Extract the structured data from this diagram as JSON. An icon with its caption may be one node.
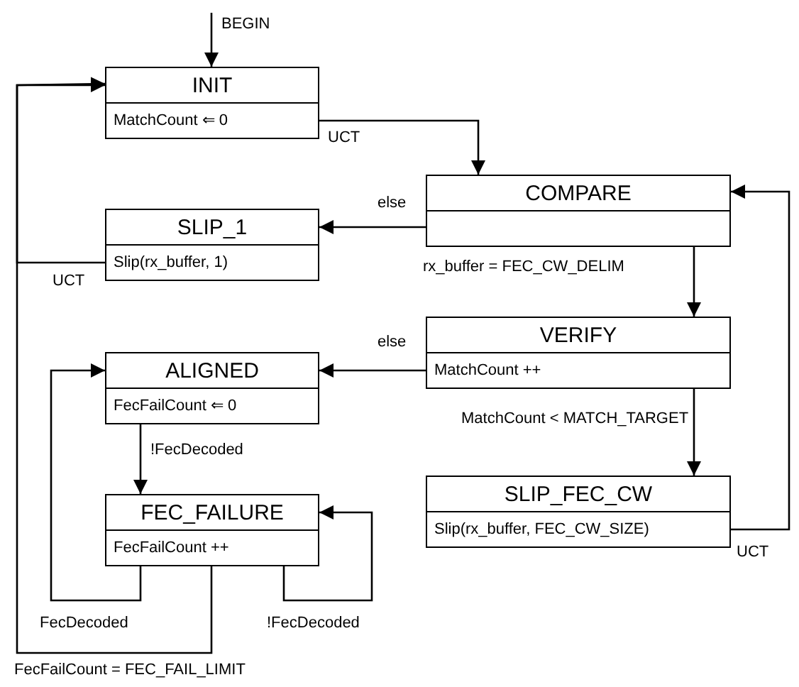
{
  "diagram": {
    "nodes": [
      {
        "text": [
          "INIT",
          "MatchCount ⇐ 0"
        ]
      },
      {
        "text": [
          "COMPARE"
        ]
      },
      {
        "text": [
          "SLIP_1",
          "Slip(rx_buffer, 1)"
        ]
      },
      {
        "text": [
          "VERIFY",
          "MatchCount ++"
        ]
      },
      {
        "text": [
          "ALIGNED",
          "FecFailCount ⇐ 0"
        ]
      },
      {
        "text": [
          "FEC_FAILURE",
          "FecFailCount ++"
        ]
      },
      {
        "text": [
          "SLIP_FEC_CW",
          "Slip(rx_buffer, FEC_CW_SIZE)"
        ]
      }
    ],
    "edges": [
      {
        "from": null,
        "to": 0,
        "arrow": "to",
        "label": "BEGIN"
      },
      {
        "from": 0,
        "to": 1,
        "arrow": "to",
        "label": "UCT"
      },
      {
        "from": 1,
        "to": 2,
        "arrow": "to",
        "label": "else"
      },
      {
        "from": 2,
        "to": 0,
        "arrow": "to",
        "label": "UCT"
      },
      {
        "from": 1,
        "to": 3,
        "arrow": "to",
        "label": "rx_buffer = FEC_CW_DELIM"
      },
      {
        "from": 3,
        "to": 4,
        "arrow": "to",
        "label": "else"
      },
      {
        "from": 3,
        "to": 6,
        "arrow": "to",
        "label": "MatchCount < MATCH_TARGET"
      },
      {
        "from": 6,
        "to": 1,
        "arrow": "to",
        "label": "UCT"
      },
      {
        "from": 4,
        "to": 5,
        "arrow": "to",
        "label": "!FecDecoded"
      },
      {
        "from": 5,
        "to": 4,
        "arrow": "to",
        "label": "FecDecoded"
      },
      {
        "from": 5,
        "to": 5,
        "arrow": "to",
        "label": "!FecDecoded"
      },
      {
        "from": 5,
        "to": 0,
        "arrow": "to",
        "label": "FecFailCount = FEC_FAIL_LIMIT"
      }
    ]
  }
}
